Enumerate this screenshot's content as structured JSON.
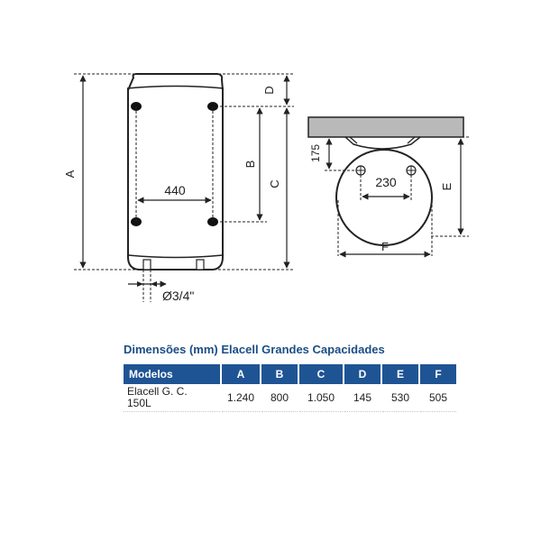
{
  "diagram": {
    "labels": {
      "A": "A",
      "B": "B",
      "C": "C",
      "D": "D",
      "E": "E",
      "F": "F",
      "width_440": "440",
      "pipe": "Ø3/4\"",
      "height_175": "175",
      "spacing_230": "230"
    },
    "colors": {
      "line": "#222222",
      "tank_fill": "#ffffff",
      "wall": "#b9b9b9",
      "hole": "#111111"
    }
  },
  "table": {
    "title": "Dimensões (mm) Elacell Grandes Capacidades",
    "headers": [
      "Modelos",
      "A",
      "B",
      "C",
      "D",
      "E",
      "F"
    ],
    "rows": [
      {
        "model_line1": "Elacell G. C.",
        "model_line2": "150L",
        "A": "1.240",
        "B": "800",
        "C": "1.050",
        "D": "145",
        "E": "530",
        "F": "505"
      }
    ],
    "colors": {
      "header_bg": "#1f5494",
      "header_text": "#ffffff",
      "title": "#1a4f86"
    }
  }
}
